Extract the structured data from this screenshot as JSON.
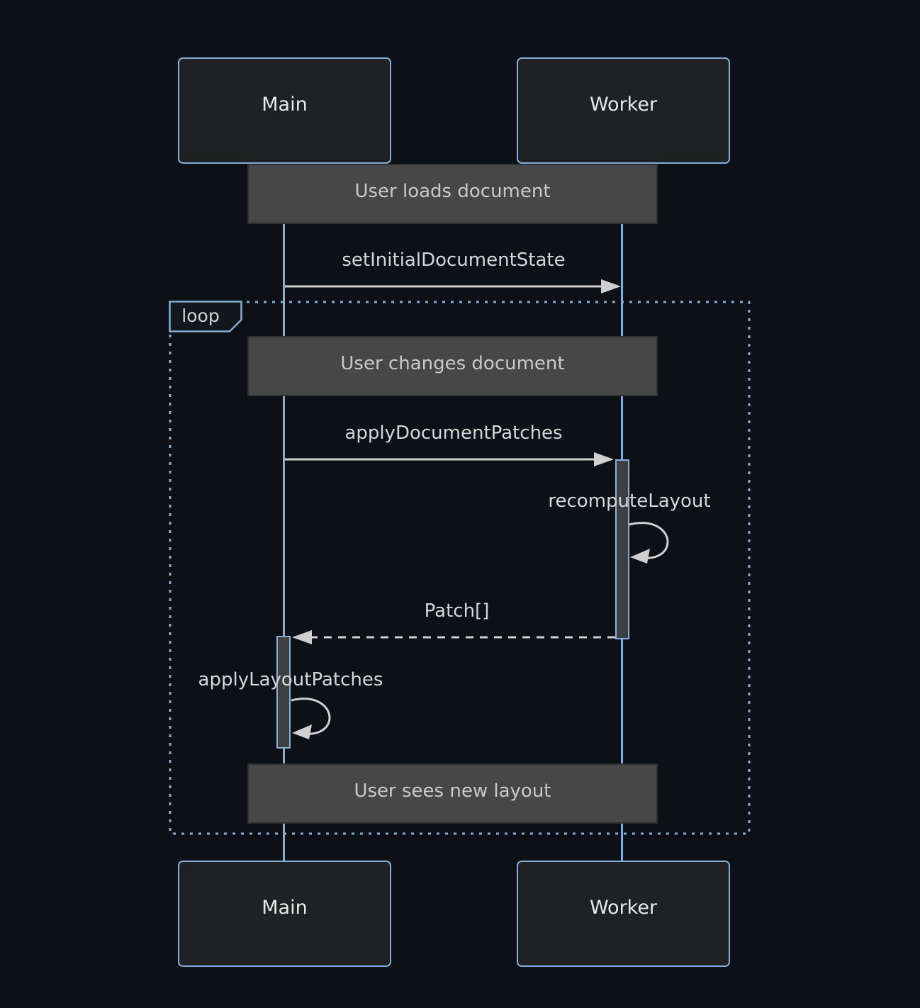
{
  "diagram_type": "sequence",
  "colors": {
    "background": "#0d1016",
    "accent_blue": "#84aed8",
    "actor_fill": "#1f2122",
    "actor_text": "#e8e8e8",
    "note_fill": "#474747",
    "note_border": "#2e2f2f",
    "note_text": "#c9c9c9",
    "activation_fill": "#3c4043",
    "arrow_color": "#cfcfcf",
    "message_text": "#d6d6d6"
  },
  "participants": [
    {
      "label": "Main"
    },
    {
      "label": "Worker"
    }
  ],
  "loop_frame": {
    "label": "loop"
  },
  "notes": [
    {
      "text": "User loads document"
    },
    {
      "text": "User changes document"
    },
    {
      "text": "User sees new layout"
    }
  ],
  "messages": [
    {
      "label": "setInitialDocumentState",
      "from": "Main",
      "to": "Worker",
      "line": "solid"
    },
    {
      "label": "applyDocumentPatches",
      "from": "Main",
      "to": "Worker",
      "line": "solid"
    },
    {
      "label": "recomputeLayout",
      "from": "Worker",
      "to": "Worker",
      "line": "self"
    },
    {
      "label": "Patch[]",
      "from": "Worker",
      "to": "Main",
      "line": "dashed"
    },
    {
      "label": "applyLayoutPatches",
      "from": "Main",
      "to": "Main",
      "line": "self"
    }
  ]
}
